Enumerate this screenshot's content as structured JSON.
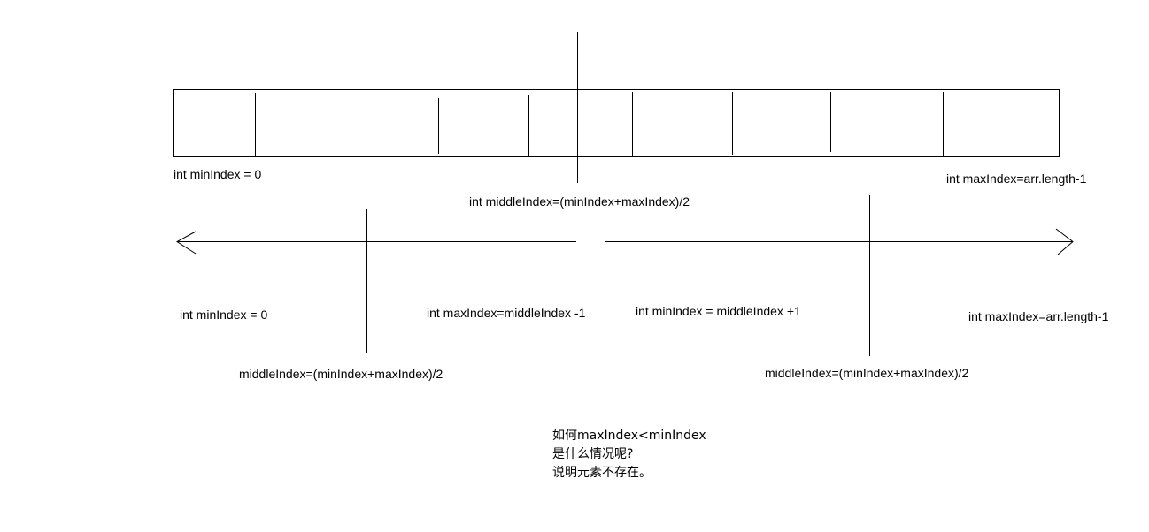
{
  "labels": {
    "min_index_top": "int minIndex = 0",
    "max_index_top": "int maxIndex=arr.length-1",
    "middle_index_top": "int middleIndex=(minIndex+maxIndex)/2",
    "left_min_index": "int minIndex = 0",
    "left_max_index": "int maxIndex=middleIndex -1",
    "right_min_index": "int minIndex =  middleIndex +1",
    "right_max_index": "int maxIndex=arr.length-1",
    "left_middle_index": "middleIndex=(minIndex+maxIndex)/2",
    "right_middle_index": "middleIndex=(minIndex+maxIndex)/2"
  },
  "note": {
    "line1": "如何maxIndex<minIndex",
    "line2": "是什么情况呢?",
    "line3": "说明元素不存在。"
  },
  "array": {
    "cell_count": 10
  }
}
